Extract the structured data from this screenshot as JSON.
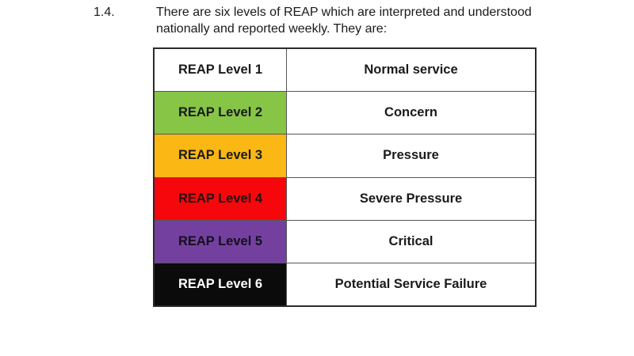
{
  "page": {
    "background": "#ffffff"
  },
  "paragraph": {
    "number": "1.4.",
    "text": "There are six levels of REAP which are interpreted and understood nationally and reported weekly. They are:"
  },
  "table": {
    "rows": [
      {
        "level": "REAP Level 1",
        "description": "Normal service",
        "bg": "#ffffff",
        "fg": "#1a1a1a"
      },
      {
        "level": "REAP Level 2",
        "description": "Concern",
        "bg": "#87c546",
        "fg": "#1a1a1a"
      },
      {
        "level": "REAP Level 3",
        "description": "Pressure",
        "bg": "#fbb713",
        "fg": "#1a1a1a"
      },
      {
        "level": "REAP Level 4",
        "description": "Severe Pressure",
        "bg": "#f6070c",
        "fg": "#1f1111"
      },
      {
        "level": "REAP Level 5",
        "description": "Critical",
        "bg": "#7440a0",
        "fg": "#14101a"
      },
      {
        "level": "REAP Level 6",
        "description": "Potential Service Failure",
        "bg": "#0b0b0b",
        "fg": "#ffffff"
      }
    ]
  }
}
